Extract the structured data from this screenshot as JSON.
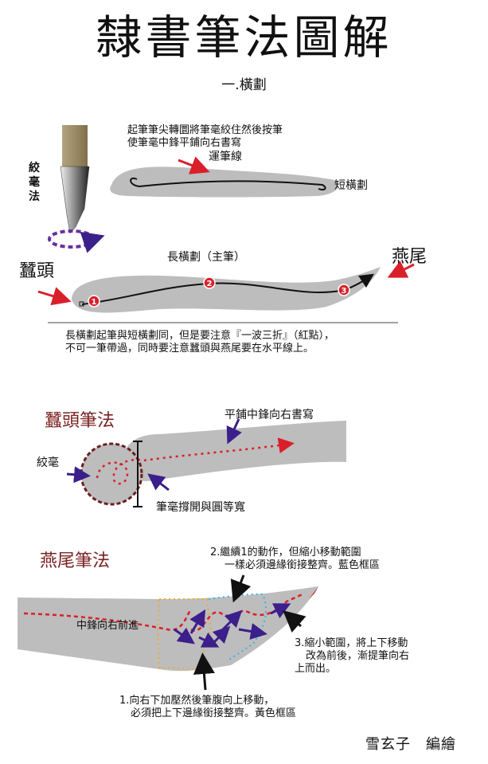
{
  "header": {
    "title": "隸書筆法圖解",
    "subtitle": "一.橫劃"
  },
  "section_horizontal": {
    "brush_label": "絞毫法",
    "note_top_line1": "起筆筆尖轉圜將筆毫絞住然後按筆",
    "note_top_line2": "使筆毫中鋒平鋪向右書寫",
    "stroke_path_label": "運筆線",
    "short_stroke_label": "短橫劃",
    "long_stroke_label": "長橫劃（主筆）",
    "silkworm_head_label": "蠶頭",
    "swallow_tail_label": "燕尾",
    "points": [
      "1",
      "2",
      "3"
    ],
    "note_bottom_line1": "長橫劃起筆與短橫劃同，但是要注意『一波三折』（紅點），",
    "note_bottom_line2": "不可一筆帶過，同時要注意蠶頭與燕尾要在水平線上。"
  },
  "section_silkworm": {
    "heading": "蠶頭筆法",
    "flat_label": "平鋪中鋒向右書寫",
    "twist_label": "絞毫",
    "spread_label": "筆毫撐開與圓等寬"
  },
  "section_swallow": {
    "heading": "燕尾筆法",
    "step2_line1": "2.繼續1的動作，但縮小移動範圍",
    "step2_line2": "一樣必須邊緣銜接整齊。藍色框區",
    "center_label": "中鋒向右前進",
    "step3_line1": "3.縮小範圍，將上下移動",
    "step3_line2": "改為前後，漸提筆向右",
    "step3_line3": "上而出。",
    "step1_line1": "1.向右下加壓然後筆腹向上移動，",
    "step1_line2": "必須把上下邊緣銜接整齊。黃色框區"
  },
  "footer": {
    "credit": "雪玄子　編繪"
  },
  "colors": {
    "stroke_gray": "#bdbdbd",
    "arrow_red": "#d9202a",
    "arrow_purple": "#3b1f8a",
    "heading_red": "#7a2222",
    "blue_dots": "#33b5e5",
    "yellow_dots": "#f0a830"
  }
}
